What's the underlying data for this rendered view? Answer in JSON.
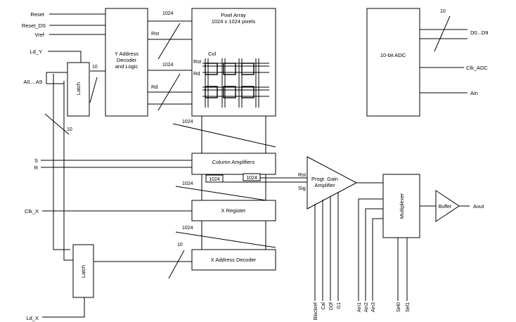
{
  "inputs": {
    "reset": "Reset",
    "reset_ds": "Reset_DS",
    "vref": "Vref",
    "ld_y": "Ld_Y",
    "addr": "A0....A9",
    "s": "S",
    "r": "R",
    "clk_x": "Clk_X",
    "ld_x": "Ld_X"
  },
  "blocks": {
    "y_decoder": [
      "Y Address",
      "Decoder",
      "and Logic"
    ],
    "pixel_array": [
      "Pixel Array",
      "1024 x 1024 pixels"
    ],
    "latch_top": "Latch",
    "latch_bottom": "Latch",
    "column_amplifiers": "Column Amplifiers",
    "x_register": "X Register",
    "x_decoder": "X Address Decoder",
    "adc": "10-bit ADC",
    "pga": [
      "Progr. Gain",
      "Amplifier"
    ],
    "multiplexer": "Multiplexer",
    "buffer": "Buffer"
  },
  "labels": {
    "rst": "Rst",
    "rd": "Rd",
    "col": "Col",
    "sig": "Sig",
    "bus_1024": "1024",
    "bus_10": "10"
  },
  "adc_pins": {
    "data": "D0...D9",
    "clk": "Clk_ADC",
    "ain": "Ain"
  },
  "output": "Aout",
  "pga_pins": [
    "Blackref",
    "Cal",
    "G0f",
    "G1"
  ],
  "mux_inputs": [
    "Ain1",
    "Ain2",
    "Ain3"
  ],
  "mux_selects": [
    "Sel0",
    "Sel1"
  ]
}
